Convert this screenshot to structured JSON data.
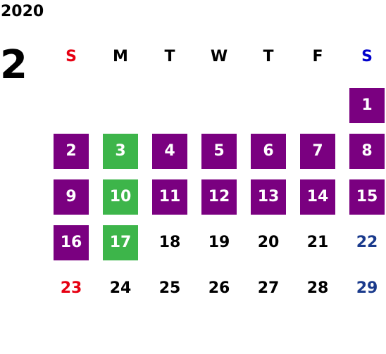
{
  "calendar": {
    "year": "2020",
    "month": "2",
    "weekdays": [
      {
        "label": "S",
        "color": "#e60012"
      },
      {
        "label": "M",
        "color": "#000000"
      },
      {
        "label": "T",
        "color": "#000000"
      },
      {
        "label": "W",
        "color": "#000000"
      },
      {
        "label": "T",
        "color": "#000000"
      },
      {
        "label": "F",
        "color": "#000000"
      },
      {
        "label": "S",
        "color": "#0000cc"
      }
    ],
    "days": [
      {
        "day": "1",
        "style": "purple"
      },
      {
        "day": "2",
        "style": "purple"
      },
      {
        "day": "3",
        "style": "green"
      },
      {
        "day": "4",
        "style": "purple"
      },
      {
        "day": "5",
        "style": "purple"
      },
      {
        "day": "6",
        "style": "purple"
      },
      {
        "day": "7",
        "style": "purple"
      },
      {
        "day": "8",
        "style": "purple"
      },
      {
        "day": "9",
        "style": "purple"
      },
      {
        "day": "10",
        "style": "green"
      },
      {
        "day": "11",
        "style": "purple"
      },
      {
        "day": "12",
        "style": "purple"
      },
      {
        "day": "13",
        "style": "purple"
      },
      {
        "day": "14",
        "style": "purple"
      },
      {
        "day": "15",
        "style": "purple"
      },
      {
        "day": "16",
        "style": "purple"
      },
      {
        "day": "17",
        "style": "green"
      },
      {
        "day": "18",
        "style": "plain"
      },
      {
        "day": "19",
        "style": "plain"
      },
      {
        "day": "20",
        "style": "plain"
      },
      {
        "day": "21",
        "style": "plain"
      },
      {
        "day": "22",
        "style": "plain"
      },
      {
        "day": "23",
        "style": "plain"
      },
      {
        "day": "24",
        "style": "plain"
      },
      {
        "day": "25",
        "style": "plain"
      },
      {
        "day": "26",
        "style": "plain"
      },
      {
        "day": "27",
        "style": "plain"
      },
      {
        "day": "28",
        "style": "plain"
      },
      {
        "day": "29",
        "style": "plain"
      }
    ],
    "colors": {
      "highlight_purple": "#7a0080",
      "highlight_green": "#3db54a",
      "sunday_text": "#e60012",
      "saturday_text": "#1a3a8c",
      "weekday_text": "#000000"
    }
  }
}
